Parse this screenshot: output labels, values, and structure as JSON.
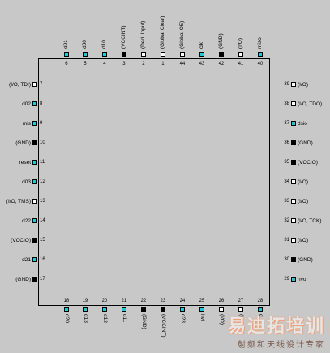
{
  "colors": {
    "io": "#1ec8d8",
    "open": "#ffffff",
    "power": "#000000"
  },
  "pins": {
    "top": [
      {
        "num": "6",
        "label": "d01",
        "kind": "io"
      },
      {
        "num": "5",
        "label": "d00",
        "kind": "io"
      },
      {
        "num": "4",
        "label": "d10",
        "kind": "io"
      },
      {
        "num": "3",
        "label": "(VCCINT)",
        "kind": "power"
      },
      {
        "num": "2",
        "label": "(Ded. Input)",
        "kind": "open"
      },
      {
        "num": "1",
        "label": "(Global Clear)",
        "kind": "open"
      },
      {
        "num": "44",
        "label": "(Global OE)",
        "kind": "open"
      },
      {
        "num": "43",
        "label": "clk",
        "kind": "io"
      },
      {
        "num": "42",
        "label": "(GND)",
        "kind": "power"
      },
      {
        "num": "41",
        "label": "(I/O)",
        "kind": "open"
      },
      {
        "num": "40",
        "label": "miso",
        "kind": "io"
      }
    ],
    "left": [
      {
        "num": "7",
        "label": "(I/O, TDI)",
        "kind": "open"
      },
      {
        "num": "8",
        "label": "d02",
        "kind": "io"
      },
      {
        "num": "9",
        "label": "mis",
        "kind": "io"
      },
      {
        "num": "10",
        "label": "(GND)",
        "kind": "power"
      },
      {
        "num": "11",
        "label": "reset",
        "kind": "io"
      },
      {
        "num": "12",
        "label": "d03",
        "kind": "io"
      },
      {
        "num": "13",
        "label": "(I/O, TMS)",
        "kind": "open"
      },
      {
        "num": "14",
        "label": "d22",
        "kind": "io"
      },
      {
        "num": "15",
        "label": "(VCCIO)",
        "kind": "power"
      },
      {
        "num": "16",
        "label": "d21",
        "kind": "io"
      },
      {
        "num": "17",
        "label": "(GND)",
        "kind": "power"
      }
    ],
    "right": [
      {
        "num": "39",
        "label": "(I/O)",
        "kind": "open"
      },
      {
        "num": "38",
        "label": "(I/O, TDO)",
        "kind": "open"
      },
      {
        "num": "37",
        "label": "dsio",
        "kind": "io"
      },
      {
        "num": "36",
        "label": "(GND)",
        "kind": "power"
      },
      {
        "num": "35",
        "label": "(VCCIO)",
        "kind": "power"
      },
      {
        "num": "34",
        "label": "(I/O)",
        "kind": "open"
      },
      {
        "num": "33",
        "label": "(I/O)",
        "kind": "open"
      },
      {
        "num": "32",
        "label": "(I/O, TCK)",
        "kind": "open"
      },
      {
        "num": "31",
        "label": "(I/O)",
        "kind": "open"
      },
      {
        "num": "30",
        "label": "(GND)",
        "kind": "power"
      },
      {
        "num": "29",
        "label": "hvo",
        "kind": "io"
      }
    ],
    "bottom": [
      {
        "num": "18",
        "label": "d20",
        "kind": "io"
      },
      {
        "num": "19",
        "label": "d13",
        "kind": "io"
      },
      {
        "num": "20",
        "label": "d12",
        "kind": "io"
      },
      {
        "num": "21",
        "label": "d11",
        "kind": "io"
      },
      {
        "num": "22",
        "label": "(GND)",
        "kind": "power"
      },
      {
        "num": "23",
        "label": "(VCCINT)",
        "kind": "power"
      },
      {
        "num": "24",
        "label": "d23",
        "kind": "io"
      },
      {
        "num": "25",
        "label": "hvi",
        "kind": "io"
      },
      {
        "num": "26",
        "label": "(I/O)",
        "kind": "open"
      },
      {
        "num": "27",
        "label": "(I/O)",
        "kind": "open"
      },
      {
        "num": "28",
        "label": "d",
        "kind": "io"
      }
    ]
  },
  "watermark": {
    "main": "易迪拓培训",
    "sub": "射频和天线设计专家"
  }
}
